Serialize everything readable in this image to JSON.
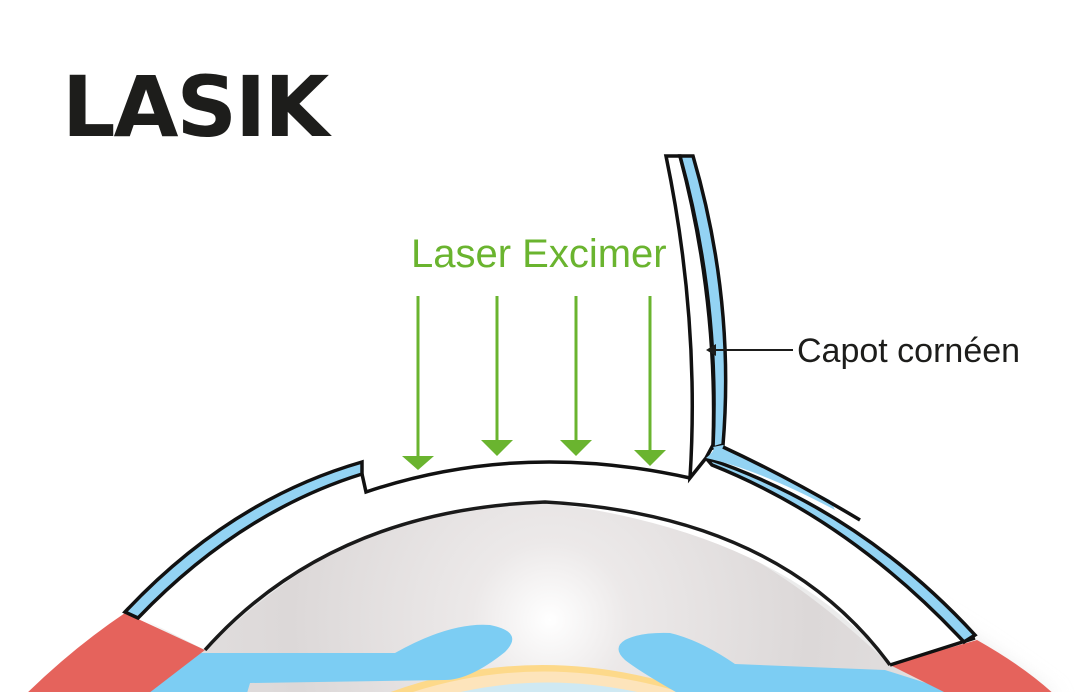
{
  "title": "LASIK",
  "laser": {
    "label": "Laser Excimer",
    "beam_count": 4
  },
  "labels": {
    "flap": "Capot cornéen"
  },
  "colors": {
    "title": "#1d1d1b",
    "laser_green": "#6ab42f",
    "epithelium_blue": "#93d3f3",
    "iris_blue": "#7ccdf3",
    "sclera_red": "#e5635c",
    "lens_orange": "#fdd98a",
    "lens_inner": "#fde4bb",
    "lens_core": "#cfe9f3",
    "outline": "#111111",
    "chamber_gray": "#e0dcdc"
  }
}
